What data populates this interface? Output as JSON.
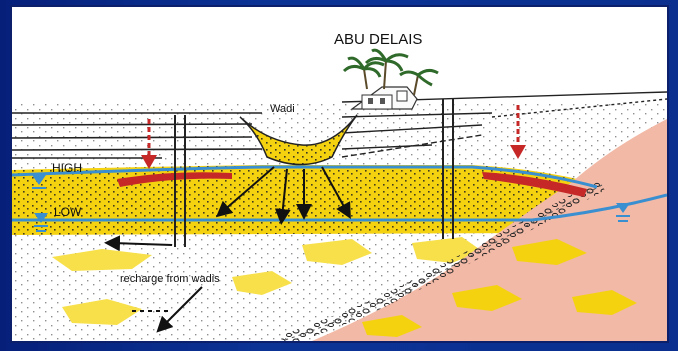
{
  "diagram": {
    "title": "ABU DELAIS",
    "labels": {
      "wadi": "Wadi",
      "high": "HIGH",
      "low": "LOW",
      "discharge": "recharge from wadis"
    },
    "colors": {
      "background": "#0a2f8f",
      "aquifer_yellow": "#f5d20f",
      "pale_yellow": "#f7ea9e",
      "bedrock_pink": "#f2b9a6",
      "water_table_blue": "#3a8fd0",
      "recharge_red": "#c62828"
    }
  }
}
